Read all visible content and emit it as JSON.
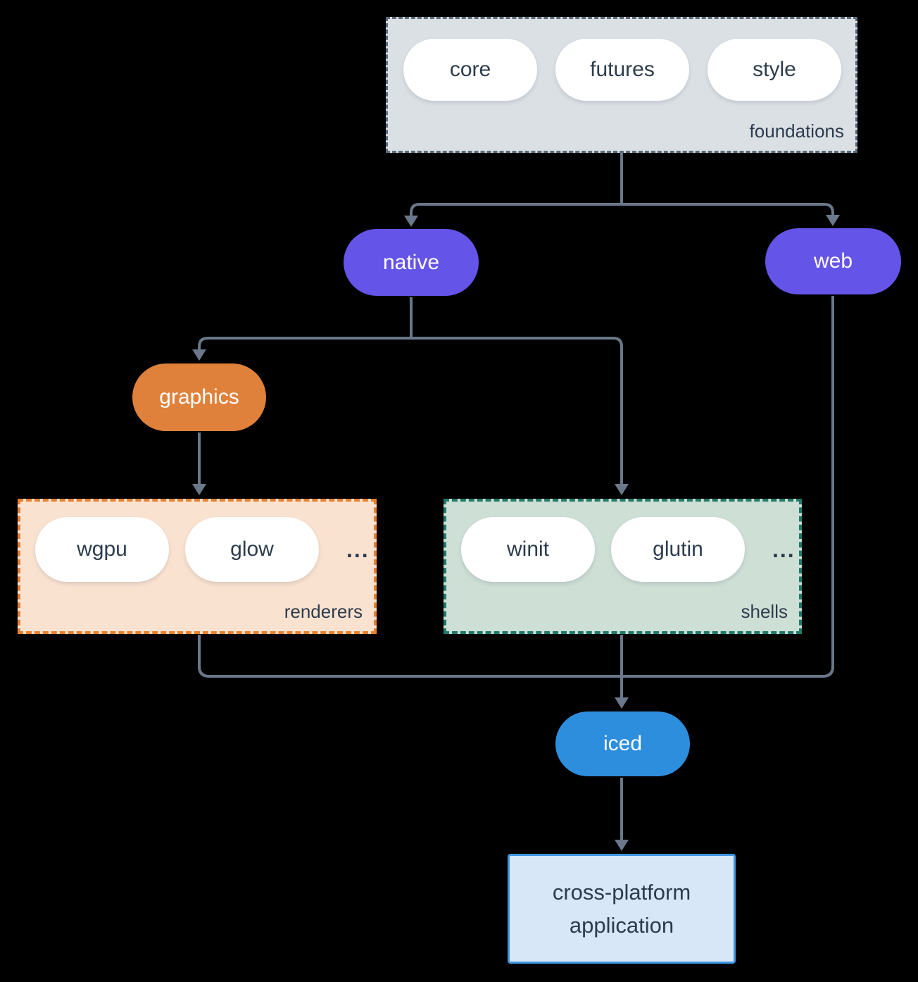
{
  "groups": {
    "foundations": {
      "label": "foundations",
      "pills": [
        "core",
        "futures",
        "style"
      ]
    },
    "renderers": {
      "label": "renderers",
      "pills": [
        "wgpu",
        "glow"
      ],
      "ellipsis": "..."
    },
    "shells": {
      "label": "shells",
      "pills": [
        "winit",
        "glutin"
      ],
      "ellipsis": "..."
    }
  },
  "nodes": {
    "native": "native",
    "web": "web",
    "graphics": "graphics",
    "iced": "iced",
    "app": {
      "line1": "cross-platform",
      "line2": "application"
    }
  },
  "colors": {
    "background": "#000000",
    "arrow": "#69788a",
    "text_dark": "#2d3c4d",
    "pill_white": "#ffffff",
    "purple_node": "#6554e8",
    "orange_node": "#e0813b",
    "blue_node": "#2e8ede",
    "foundations_fill": "#dbe0e5",
    "foundations_border": "#5b6b7c",
    "renderers_fill": "#fae2d0",
    "renderers_border": "#e6802d",
    "shells_fill": "#cedfd6",
    "shells_border": "#1f7a68",
    "app_fill": "#d7e7f7",
    "app_border": "#3e96e0"
  }
}
